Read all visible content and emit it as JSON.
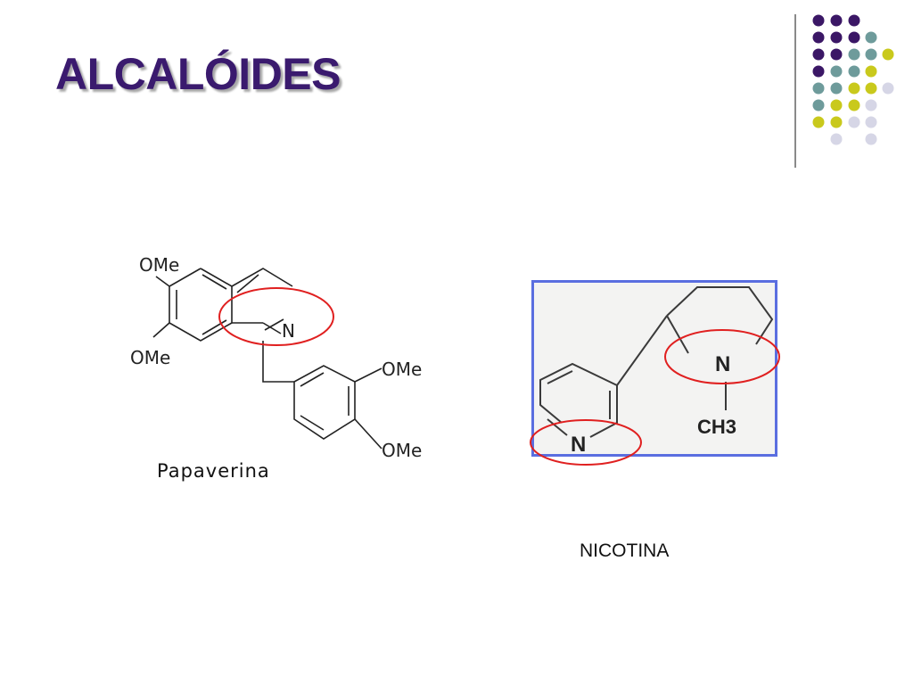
{
  "slide": {
    "title": "ALCALÓIDES",
    "title_color": "#3a1a6e"
  },
  "decoration": {
    "dot_colors": {
      "purple": "#3b1766",
      "teal": "#6e9b9b",
      "yellow": "#c9c91c",
      "lavender": "#d6d6e6"
    }
  },
  "papaverina": {
    "caption": "Papaverina",
    "labels": {
      "ome_top": "OMe",
      "ome_left": "OMe",
      "ome_right_top": "OMe",
      "ome_right_bottom": "OMe",
      "nitrogen": "N"
    }
  },
  "nicotina": {
    "caption": "NICOTINA",
    "labels": {
      "nitrogen_pyrrolidine": "N",
      "methyl": "CH3",
      "nitrogen_pyridine": "N"
    },
    "frame_color": "#5a6ee0"
  },
  "highlight_color": "#e02020"
}
